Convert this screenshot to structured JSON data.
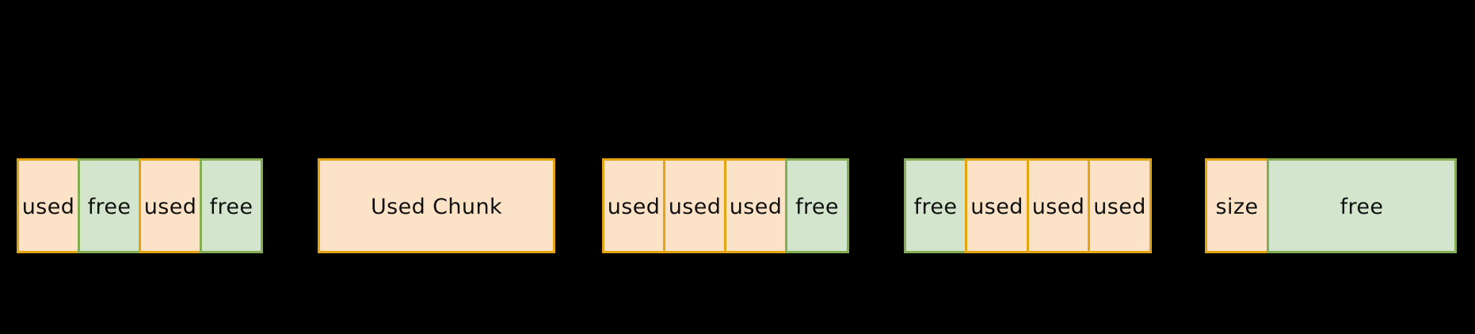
{
  "diagram": {
    "title": "Heap chunk layout diagram",
    "background_color": "#000000",
    "used_fill": "#FCE2C6",
    "used_border": "#E3A412",
    "free_fill": "#D3E6CD",
    "free_border": "#83AE56",
    "text_color": "#101010",
    "groups": [
      {
        "id": "group-1",
        "name": "fragmented-heap",
        "cells": [
          {
            "label": "used",
            "state": "used",
            "flex": 80
          },
          {
            "label": "free",
            "state": "free",
            "flex": 80
          },
          {
            "label": "used",
            "state": "used",
            "flex": 80
          },
          {
            "label": "free",
            "state": "free",
            "flex": 80
          }
        ]
      },
      {
        "id": "group-2",
        "name": "used-chunk",
        "cells": [
          {
            "label": "Used Chunk",
            "state": "used",
            "flex": 300
          }
        ]
      },
      {
        "id": "group-3",
        "name": "used-used-used-free",
        "cells": [
          {
            "label": "used",
            "state": "used",
            "flex": 80
          },
          {
            "label": "used",
            "state": "used",
            "flex": 80
          },
          {
            "label": "used",
            "state": "used",
            "flex": 80
          },
          {
            "label": "free",
            "state": "free",
            "flex": 81
          }
        ]
      },
      {
        "id": "group-4",
        "name": "free-used-used-used",
        "cells": [
          {
            "label": "free",
            "state": "free",
            "flex": 80
          },
          {
            "label": "used",
            "state": "used",
            "flex": 81
          },
          {
            "label": "used",
            "state": "used",
            "flex": 80
          },
          {
            "label": "used",
            "state": "used",
            "flex": 81
          }
        ]
      },
      {
        "id": "group-5",
        "name": "size-header-free-chunk",
        "cells": [
          {
            "label": "size",
            "state": "used",
            "flex": 81
          },
          {
            "label": "free",
            "state": "free",
            "flex": 240
          }
        ]
      }
    ]
  }
}
